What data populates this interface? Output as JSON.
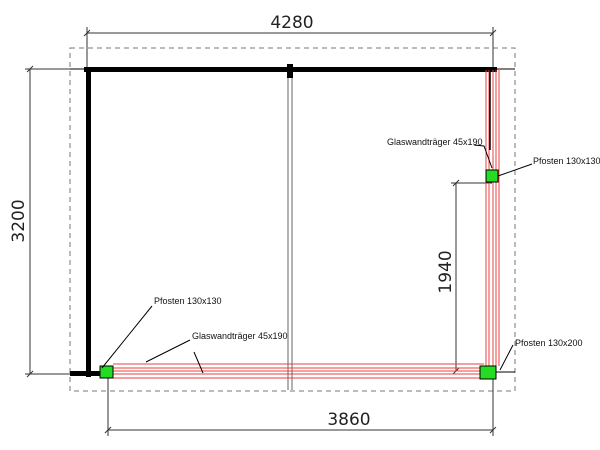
{
  "dimensions": {
    "top_width": "4280",
    "left_height": "3200",
    "right_segment": "1940",
    "bottom_width": "3860"
  },
  "labels": {
    "post_bottom_left": "Pfosten 130x130",
    "beam_bottom": "Glaswandträger 45x190",
    "beam_right": "Glaswandträger 45x190",
    "post_right": "Pfosten 130x130",
    "post_corner": "Pfosten 130x200"
  },
  "colors": {
    "wall": "#000000",
    "post_fill": "#22dd22",
    "glass_beam": "#e84040",
    "dashed_outline": "#777777",
    "dimension_line": "#333333"
  }
}
